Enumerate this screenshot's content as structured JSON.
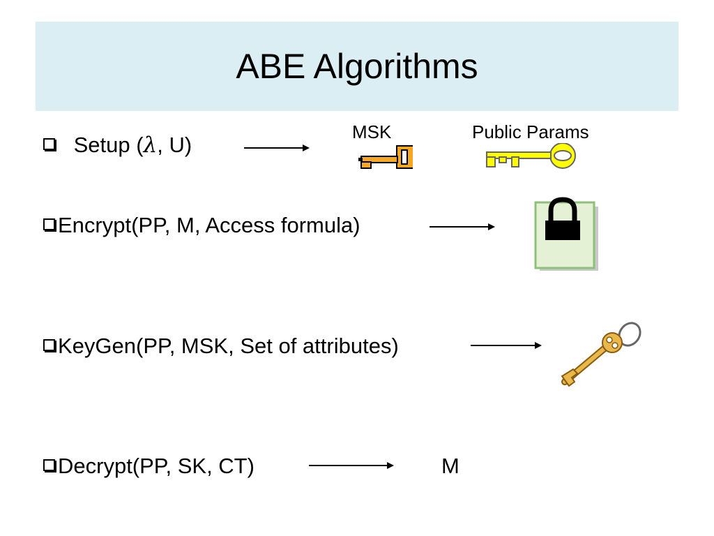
{
  "title": "ABE Algorithms",
  "rows": {
    "setup": {
      "prefix": "Setup (",
      "symbol": "λ",
      "suffix": ", U)"
    },
    "encrypt": {
      "text": "Encrypt(PP, M, Access formula)"
    },
    "keygen": {
      "text": "KeyGen(PP, MSK, Set of attributes)"
    },
    "decrypt": {
      "text": "Decrypt(PP, SK, CT)"
    }
  },
  "labels": {
    "msk": "MSK",
    "public_params": "Public Params",
    "m": "M"
  },
  "colors": {
    "title_bg": "#dbeef4",
    "msk_key": "#f5a623",
    "pp_key": "#ffff00",
    "lock_doc": "#e4f1d4",
    "sk_key": "#e8b84a"
  },
  "icons": {
    "msk": "key-icon",
    "public_params": "key-icon",
    "ciphertext": "padlock-document-icon",
    "secret_key": "key-icon"
  }
}
